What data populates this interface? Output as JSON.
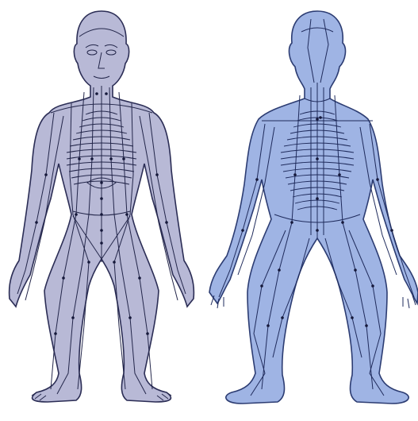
{
  "figures": [
    {
      "id": "front",
      "view": "front",
      "fill": "#b8b9d6",
      "stroke": "#2b2d55",
      "line": "#23264a"
    },
    {
      "id": "back",
      "view": "back",
      "fill": "#9fb4e4",
      "stroke": "#2c3c72",
      "line": "#1f2b5c"
    }
  ],
  "colors": {
    "background": "#ffffff",
    "point": "#15183a"
  }
}
